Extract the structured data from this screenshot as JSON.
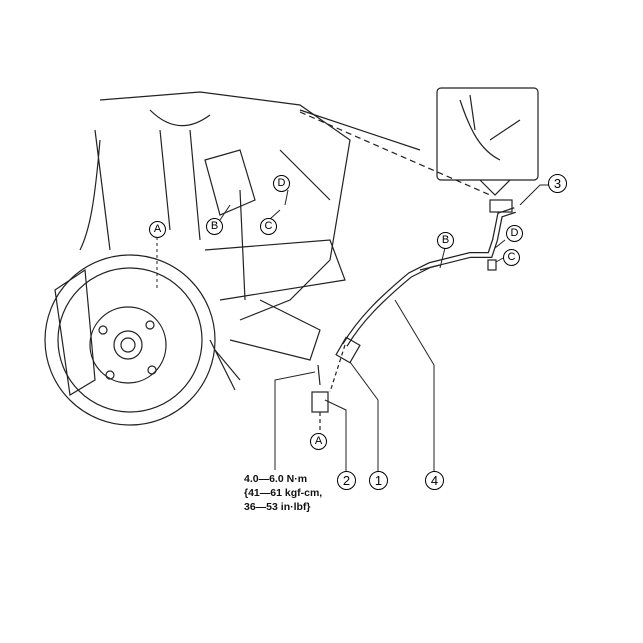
{
  "labels": {
    "A1": "A",
    "B1": "B",
    "C1": "C",
    "D1": "D",
    "B2": "B",
    "D2": "D",
    "C2": "C",
    "A2": "A"
  },
  "numbers": {
    "n1": "1",
    "n2": "2",
    "n3": "3",
    "n4": "4"
  },
  "torque": {
    "line1": "4.0—6.0 N·m",
    "line2": "{41—61 kgf-cm,",
    "line3": "36—53 in·lbf}"
  }
}
